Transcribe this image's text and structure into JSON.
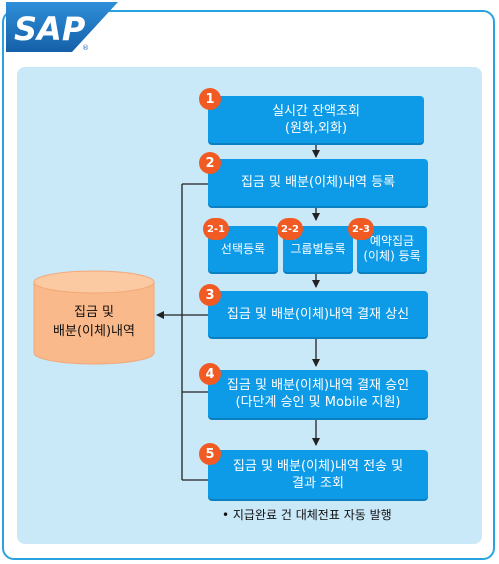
{
  "logo": {
    "text": "SAP",
    "registered": "®"
  },
  "steps": [
    {
      "number": "1",
      "label": "실시간 잔액조회\n(원화,외화)"
    },
    {
      "number": "2",
      "label": "집금 및 배분(이체)내역 등록"
    },
    {
      "number": "3",
      "label": "집금 및 배분(이체)내역 결재 상신"
    },
    {
      "number": "4",
      "label": "집금 및 배분(이체)내역 결재 승인\n(다단계 승인 및 Mobile 지원)"
    },
    {
      "number": "5",
      "label": "집금 및 배분(이체)내역 전송 및\n결과 조회"
    }
  ],
  "substeps": [
    {
      "number": "2-1",
      "label": "선택등록"
    },
    {
      "number": "2-2",
      "label": "그룹별등록"
    },
    {
      "number": "2-3",
      "label": "예약집금\n(이체) 등록"
    }
  ],
  "database": {
    "label": "집금 및\n배분(이체)내역"
  },
  "note": "• 지급완료 건 대체전표 자동 발행",
  "colors": {
    "frame": "#29A3E0",
    "panel": "#C9E8F8",
    "box": "#0D9BE8",
    "badge": "#F15A22",
    "database": "#F9B98A",
    "logo": "#1C6FB5"
  }
}
